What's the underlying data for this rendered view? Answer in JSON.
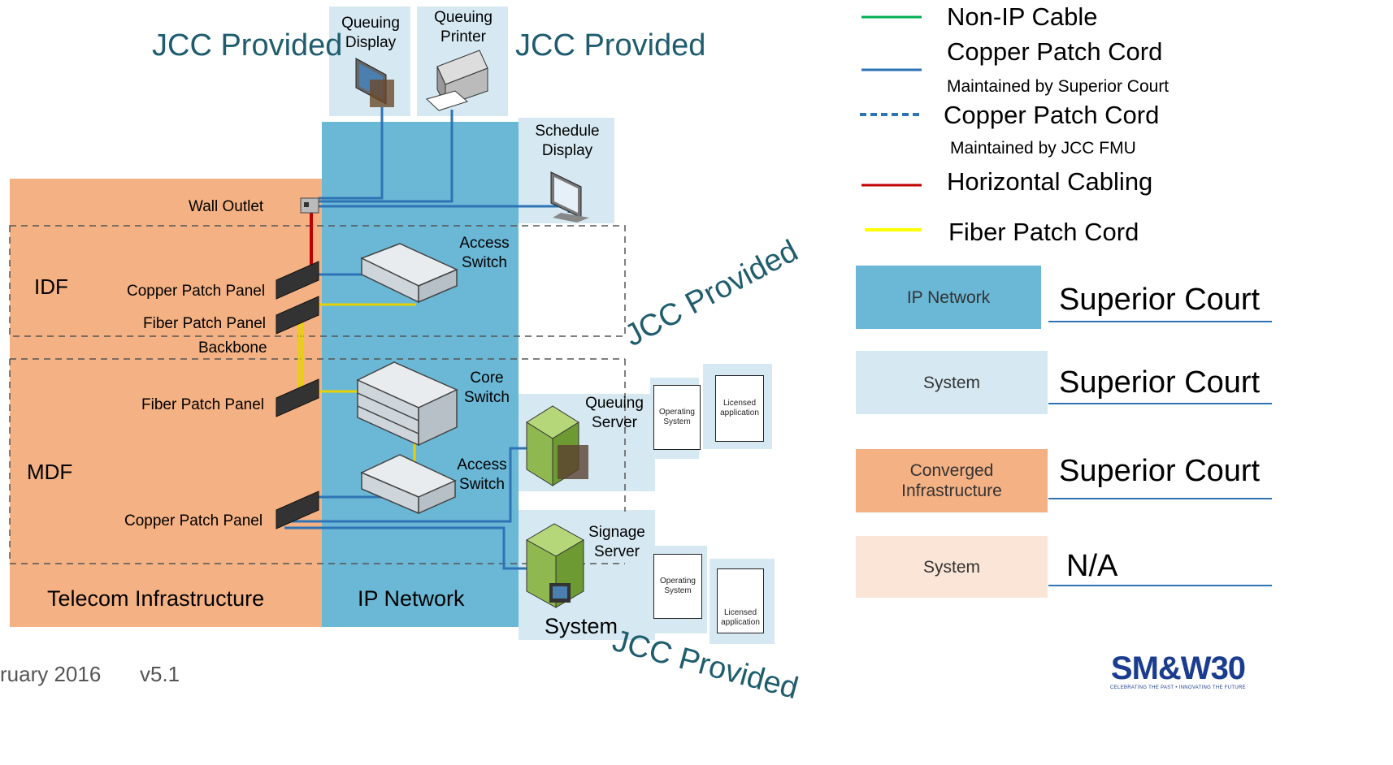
{
  "footer": {
    "date": "ruary 2016",
    "version": "v5.1"
  },
  "logo": {
    "text": "SM&W30",
    "tagline": "CELEBRATING THE PAST • INNOVATING THE FUTURE",
    "brand_color": "#1b3d8f",
    "accent_color": "#c9a227"
  },
  "diagram": {
    "jcc_labels": [
      "JCC Provided",
      "JCC Provided",
      "JCC Provided",
      "JCC Provided"
    ],
    "devices": {
      "queuing_display": "Queuing\nDisplay",
      "queuing_printer": "Queuing\nPrinter",
      "schedule_display": "Schedule\nDisplay",
      "wall_outlet": "Wall Outlet",
      "access_switch_top": "Access\nSwitch",
      "core_switch": "Core\nSwitch",
      "access_switch_bottom": "Access\nSwitch",
      "queuing_server": "Queuing\nServer",
      "signage_server": "Signage\nServer"
    },
    "panels": {
      "copper_patch_panel_idf": "Copper Patch Panel",
      "fiber_patch_panel_idf": "Fiber Patch Panel",
      "backbone": "Backbone",
      "fiber_patch_panel_mdf": "Fiber Patch Panel",
      "copper_patch_panel_mdf": "Copper Patch Panel"
    },
    "zones": {
      "idf": "IDF",
      "mdf": "MDF",
      "telecom": "Telecom Infrastructure",
      "ip_network": "IP Network",
      "system": "System"
    },
    "docs": {
      "operating_system": "Operating\nSystem",
      "licensed_application": "Licensed\napplication"
    }
  },
  "legend": {
    "lines": [
      {
        "label": "Non-IP Cable",
        "color": "#00b050",
        "style": "solid"
      },
      {
        "label": "Copper Patch Cord",
        "sub": "Maintained by Superior Court",
        "color": "#2e74b5",
        "style": "solid"
      },
      {
        "label": "Copper Patch Cord",
        "sub": "Maintained by JCC FMU",
        "color": "#2e74b5",
        "style": "dashed"
      },
      {
        "label": "Horizontal Cabling",
        "color": "#c00000",
        "style": "solid"
      },
      {
        "label": "Fiber Patch Cord",
        "color": "#ffff00",
        "style": "solid"
      }
    ],
    "swatches": [
      {
        "label": "IP Network",
        "owner": "Superior Court",
        "color": "#6bb7d6"
      },
      {
        "label": "System",
        "owner": "Superior Court",
        "color": "#d6e9f2"
      },
      {
        "label": "Converged\nInfrastructure",
        "owner": "Superior Court",
        "color": "#f4b183"
      },
      {
        "label": "System",
        "owner": "N/A",
        "color": "#fbe5d6"
      }
    ]
  }
}
